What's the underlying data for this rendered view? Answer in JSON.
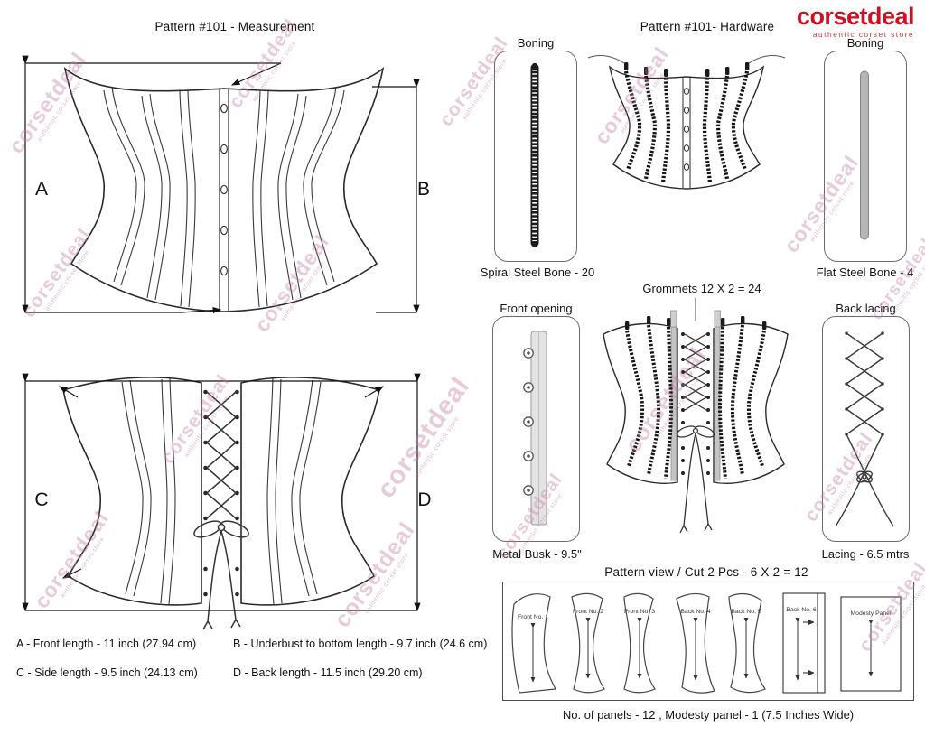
{
  "brand": {
    "logo": "corsetdeal",
    "tagline": "authentic corset store",
    "color": "#cc1122"
  },
  "watermark": {
    "line1": "corsetdeal",
    "line2": "authentic corset store"
  },
  "measurement": {
    "title": "Pattern #101 -  Measurement",
    "labels": {
      "a": "A",
      "b": "B",
      "c": "C",
      "d": "D"
    },
    "notes": {
      "a": "A - Front length - 11 inch (27.94 cm)",
      "b": "B - Underbust to bottom length - 9.7 inch (24.6 cm)",
      "c": "C - Side length - 9.5  inch  (24.13 cm)",
      "d": "D - Back length - 11.5 inch (29.20 cm)"
    }
  },
  "hardware": {
    "title": "Pattern #101-  Hardware",
    "boning_left": "Boning",
    "boning_right": "Boning",
    "spiral_caption": "Spiral Steel Bone - 20",
    "flat_caption": "Flat Steel Bone - 4",
    "grommets_label": "Grommets 12 X 2 = 24",
    "front_opening_label": "Front opening",
    "busk_caption": "Metal Busk - 9.5\"",
    "back_lacing_label": "Back lacing",
    "lacing_caption": "Lacing - 6.5 mtrs"
  },
  "pattern_view": {
    "title": "Pattern view  /  Cut 2 Pcs - 6 X 2 = 12",
    "pieces": [
      "Front No. 1",
      "Front No. 2",
      "Front No. 3",
      "Back No. 4",
      "Back No. 5",
      "Back No. 6",
      "Modesty Panel"
    ],
    "footer": "No. of panels - 12  , Modesty panel - 1 (7.5 Inches Wide)"
  }
}
